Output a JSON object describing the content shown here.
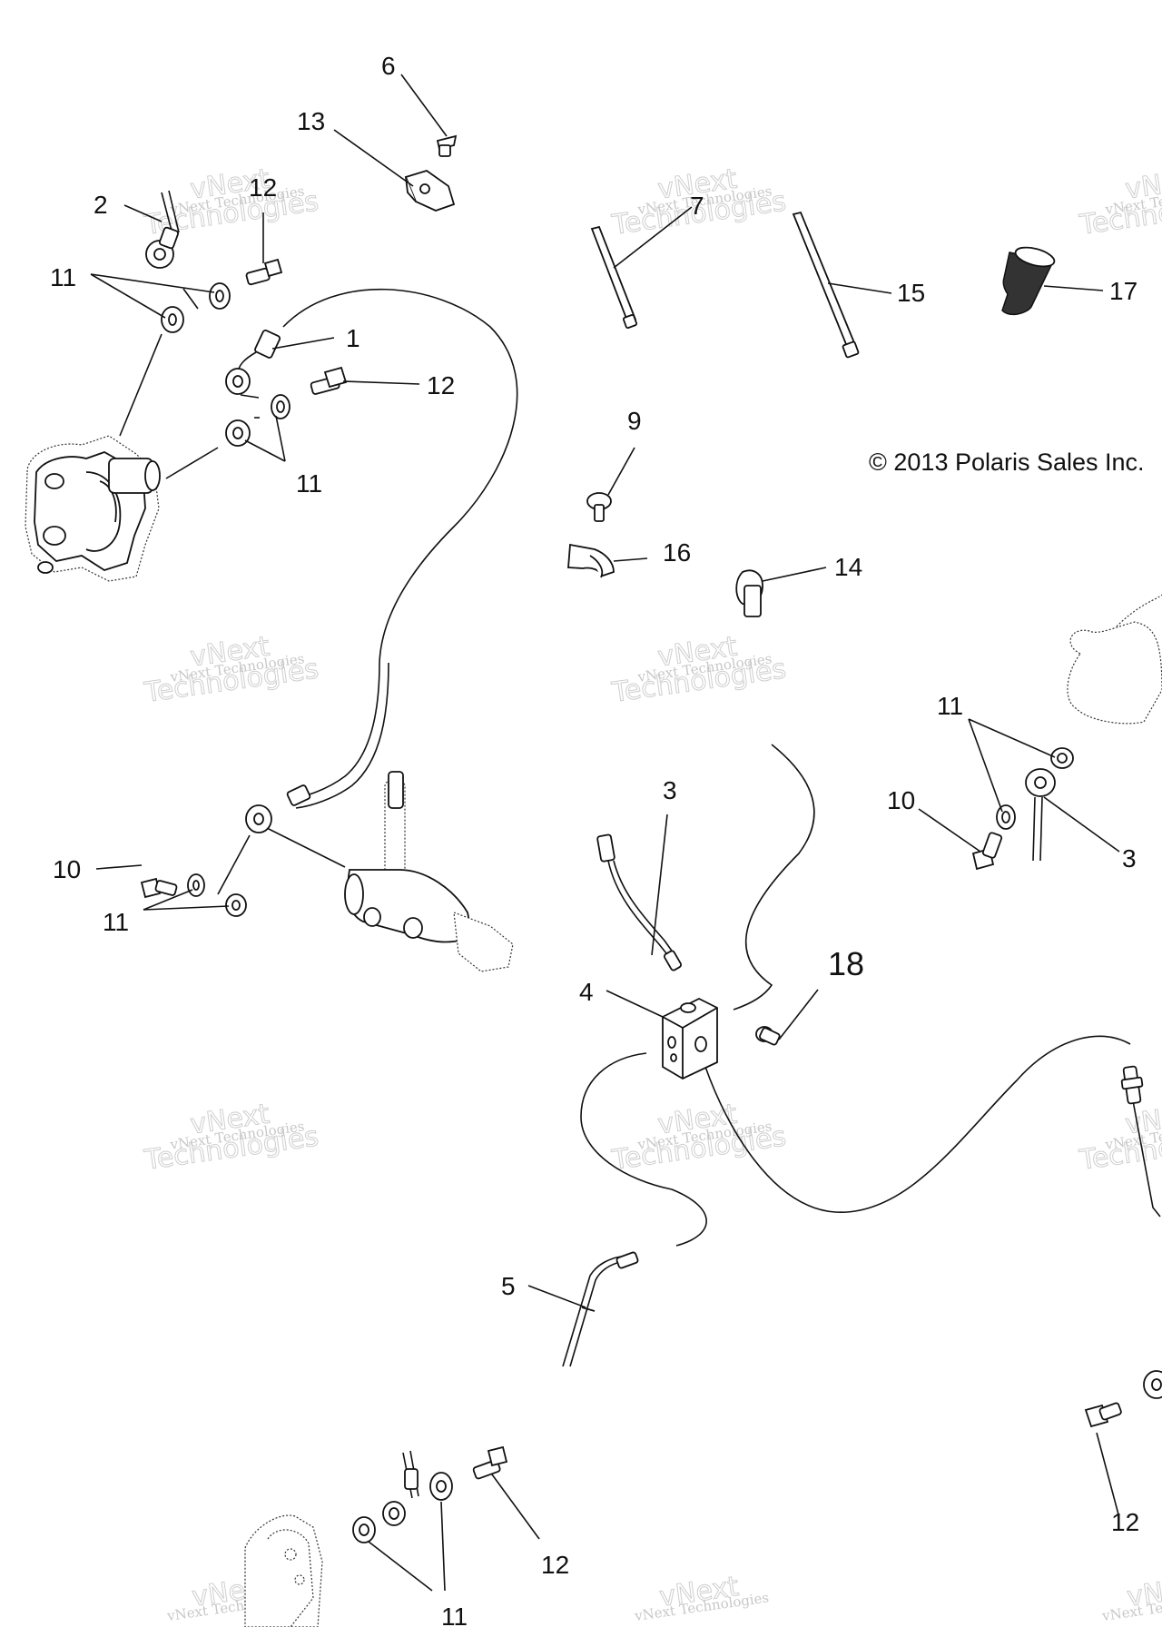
{
  "copyright": "© 2013 Polaris Sales Inc.",
  "watermark": {
    "line1": "vNext Technologies",
    "line2": "Technologies",
    "line3": "vNext"
  },
  "callouts": {
    "c1": "1",
    "c2": "2",
    "c3a": "3",
    "c3b": "3",
    "c4": "4",
    "c5": "5",
    "c6": "6",
    "c7": "7",
    "c9": "9",
    "c10a": "10",
    "c10b": "10",
    "c11a": "11",
    "c11b": "11",
    "c11c": "11",
    "c11d": "11",
    "c11e": "11",
    "c12a": "12",
    "c12b": "12",
    "c12c": "12",
    "c12d": "12",
    "c13": "13",
    "c14": "14",
    "c15": "15",
    "c16": "16",
    "c17": "17",
    "c18": "18"
  }
}
